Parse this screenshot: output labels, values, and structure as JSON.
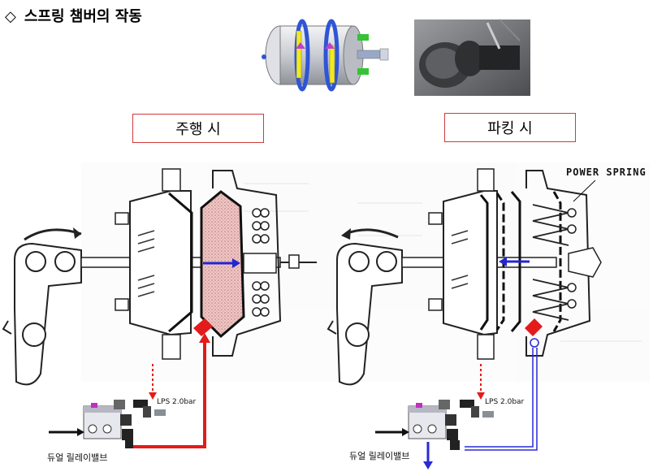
{
  "header": {
    "bullet": "◇",
    "title": "스프링 챔버의 작동"
  },
  "panels": {
    "driving": {
      "label": "주행 시"
    },
    "parking": {
      "label": "파킹 시",
      "spring_label": "POWER SPRING"
    }
  },
  "valve": {
    "pressure_label": "LPS 2.0bar",
    "relay_label": "듀얼 릴레이밸브"
  },
  "colors": {
    "air_line_driving": "#e31b1b",
    "air_line_parking": "#2a2ad6",
    "label_border": "#d23a3a",
    "chamber_air": "#e8b7b5"
  }
}
